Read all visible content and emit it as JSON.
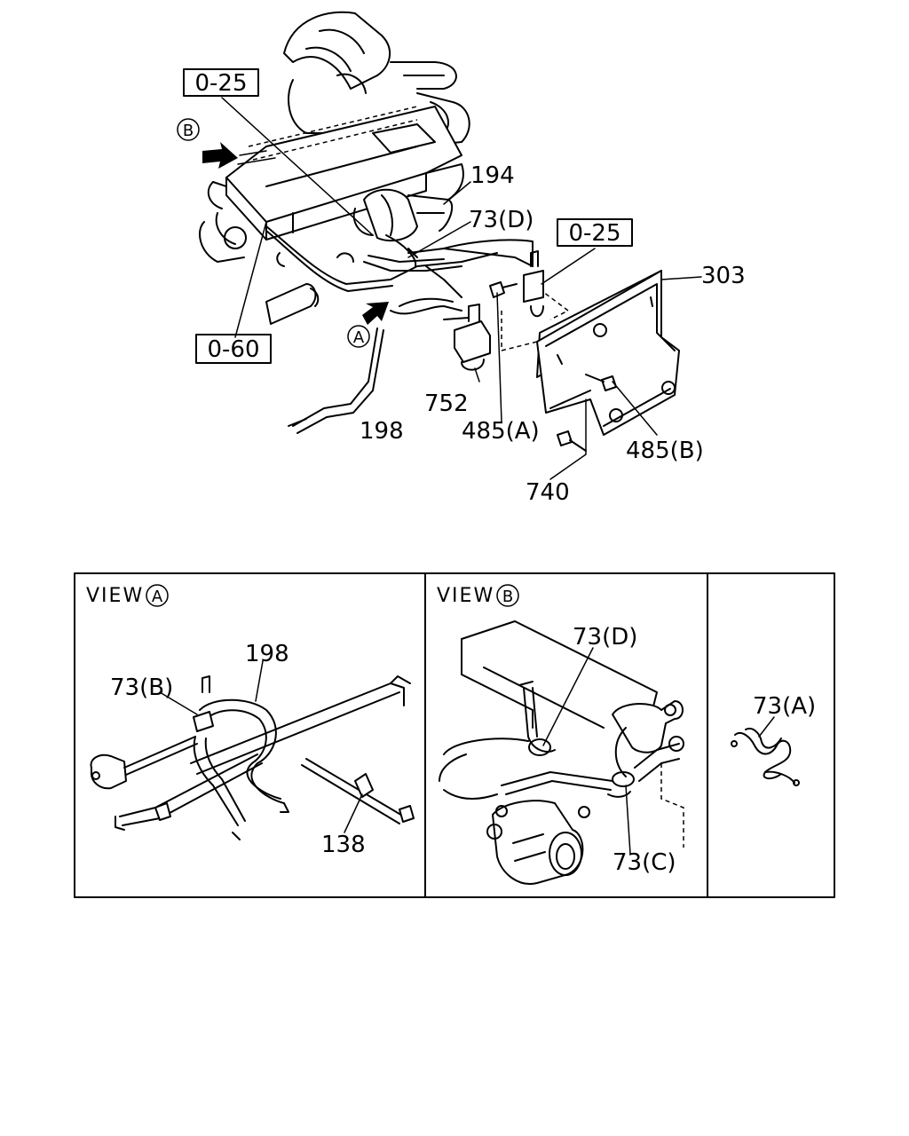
{
  "main_diagram": {
    "ref_boxes": [
      "0-25",
      "0-25",
      "0-60"
    ],
    "view_markers": [
      "B",
      "A"
    ],
    "part_labels": [
      "194",
      "73(D)",
      "303",
      "752",
      "485(A)",
      "198",
      "485(B)",
      "740"
    ]
  },
  "view_a": {
    "title": "VIEW",
    "marker": "A",
    "part_labels": [
      "198",
      "73(B)",
      "138"
    ]
  },
  "view_b": {
    "title": "VIEW",
    "marker": "B",
    "part_labels": [
      "73(D)",
      "73(C)"
    ]
  },
  "detail_panel": {
    "part_labels": [
      "73(A)"
    ]
  }
}
